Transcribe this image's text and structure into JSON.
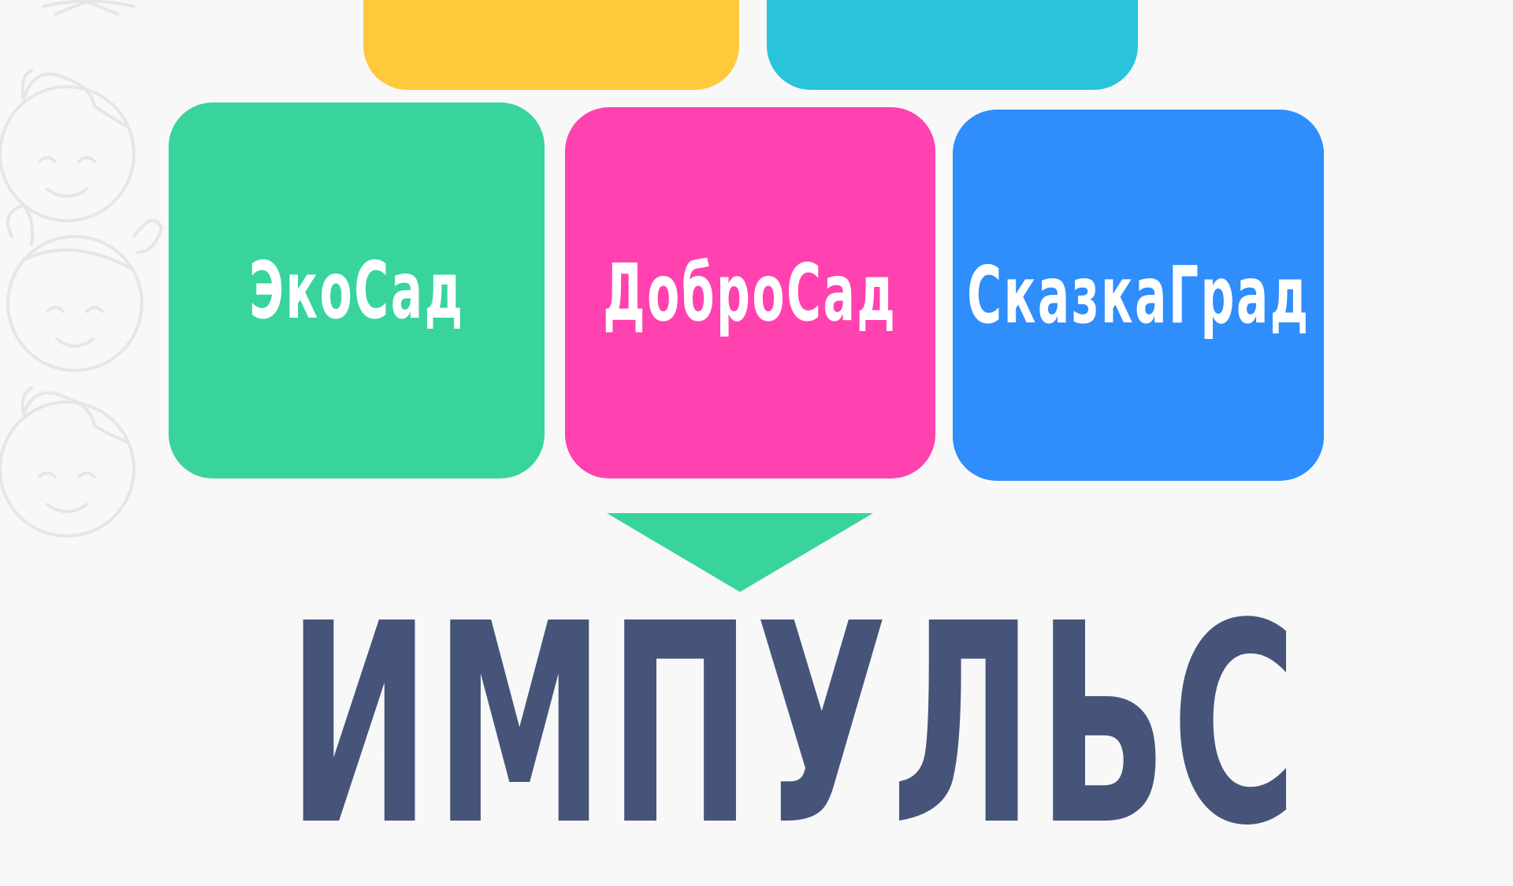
{
  "colors": {
    "background": "#f8f8f8",
    "card_yellow": "#ffc93c",
    "card_cyan": "#29c4dc",
    "card_green": "#38d49c",
    "card_pink": "#ff42b0",
    "card_blue": "#2f8dfc",
    "arrow": "#38d49c",
    "result_text": "#46547a",
    "decor_stroke": "#e6e6e6"
  },
  "cards": [
    {
      "label": ""
    },
    {
      "label": ""
    },
    {
      "label": "ЭкоСад"
    },
    {
      "label": "ДоброСад"
    },
    {
      "label": "СказкаГрад"
    }
  ],
  "arrow_icon": "triangle-down-icon",
  "decor_icons": [
    "child-face-icon",
    "child-face-icon",
    "child-face-icon"
  ],
  "result": {
    "title": "ИМПУЛЬС"
  }
}
